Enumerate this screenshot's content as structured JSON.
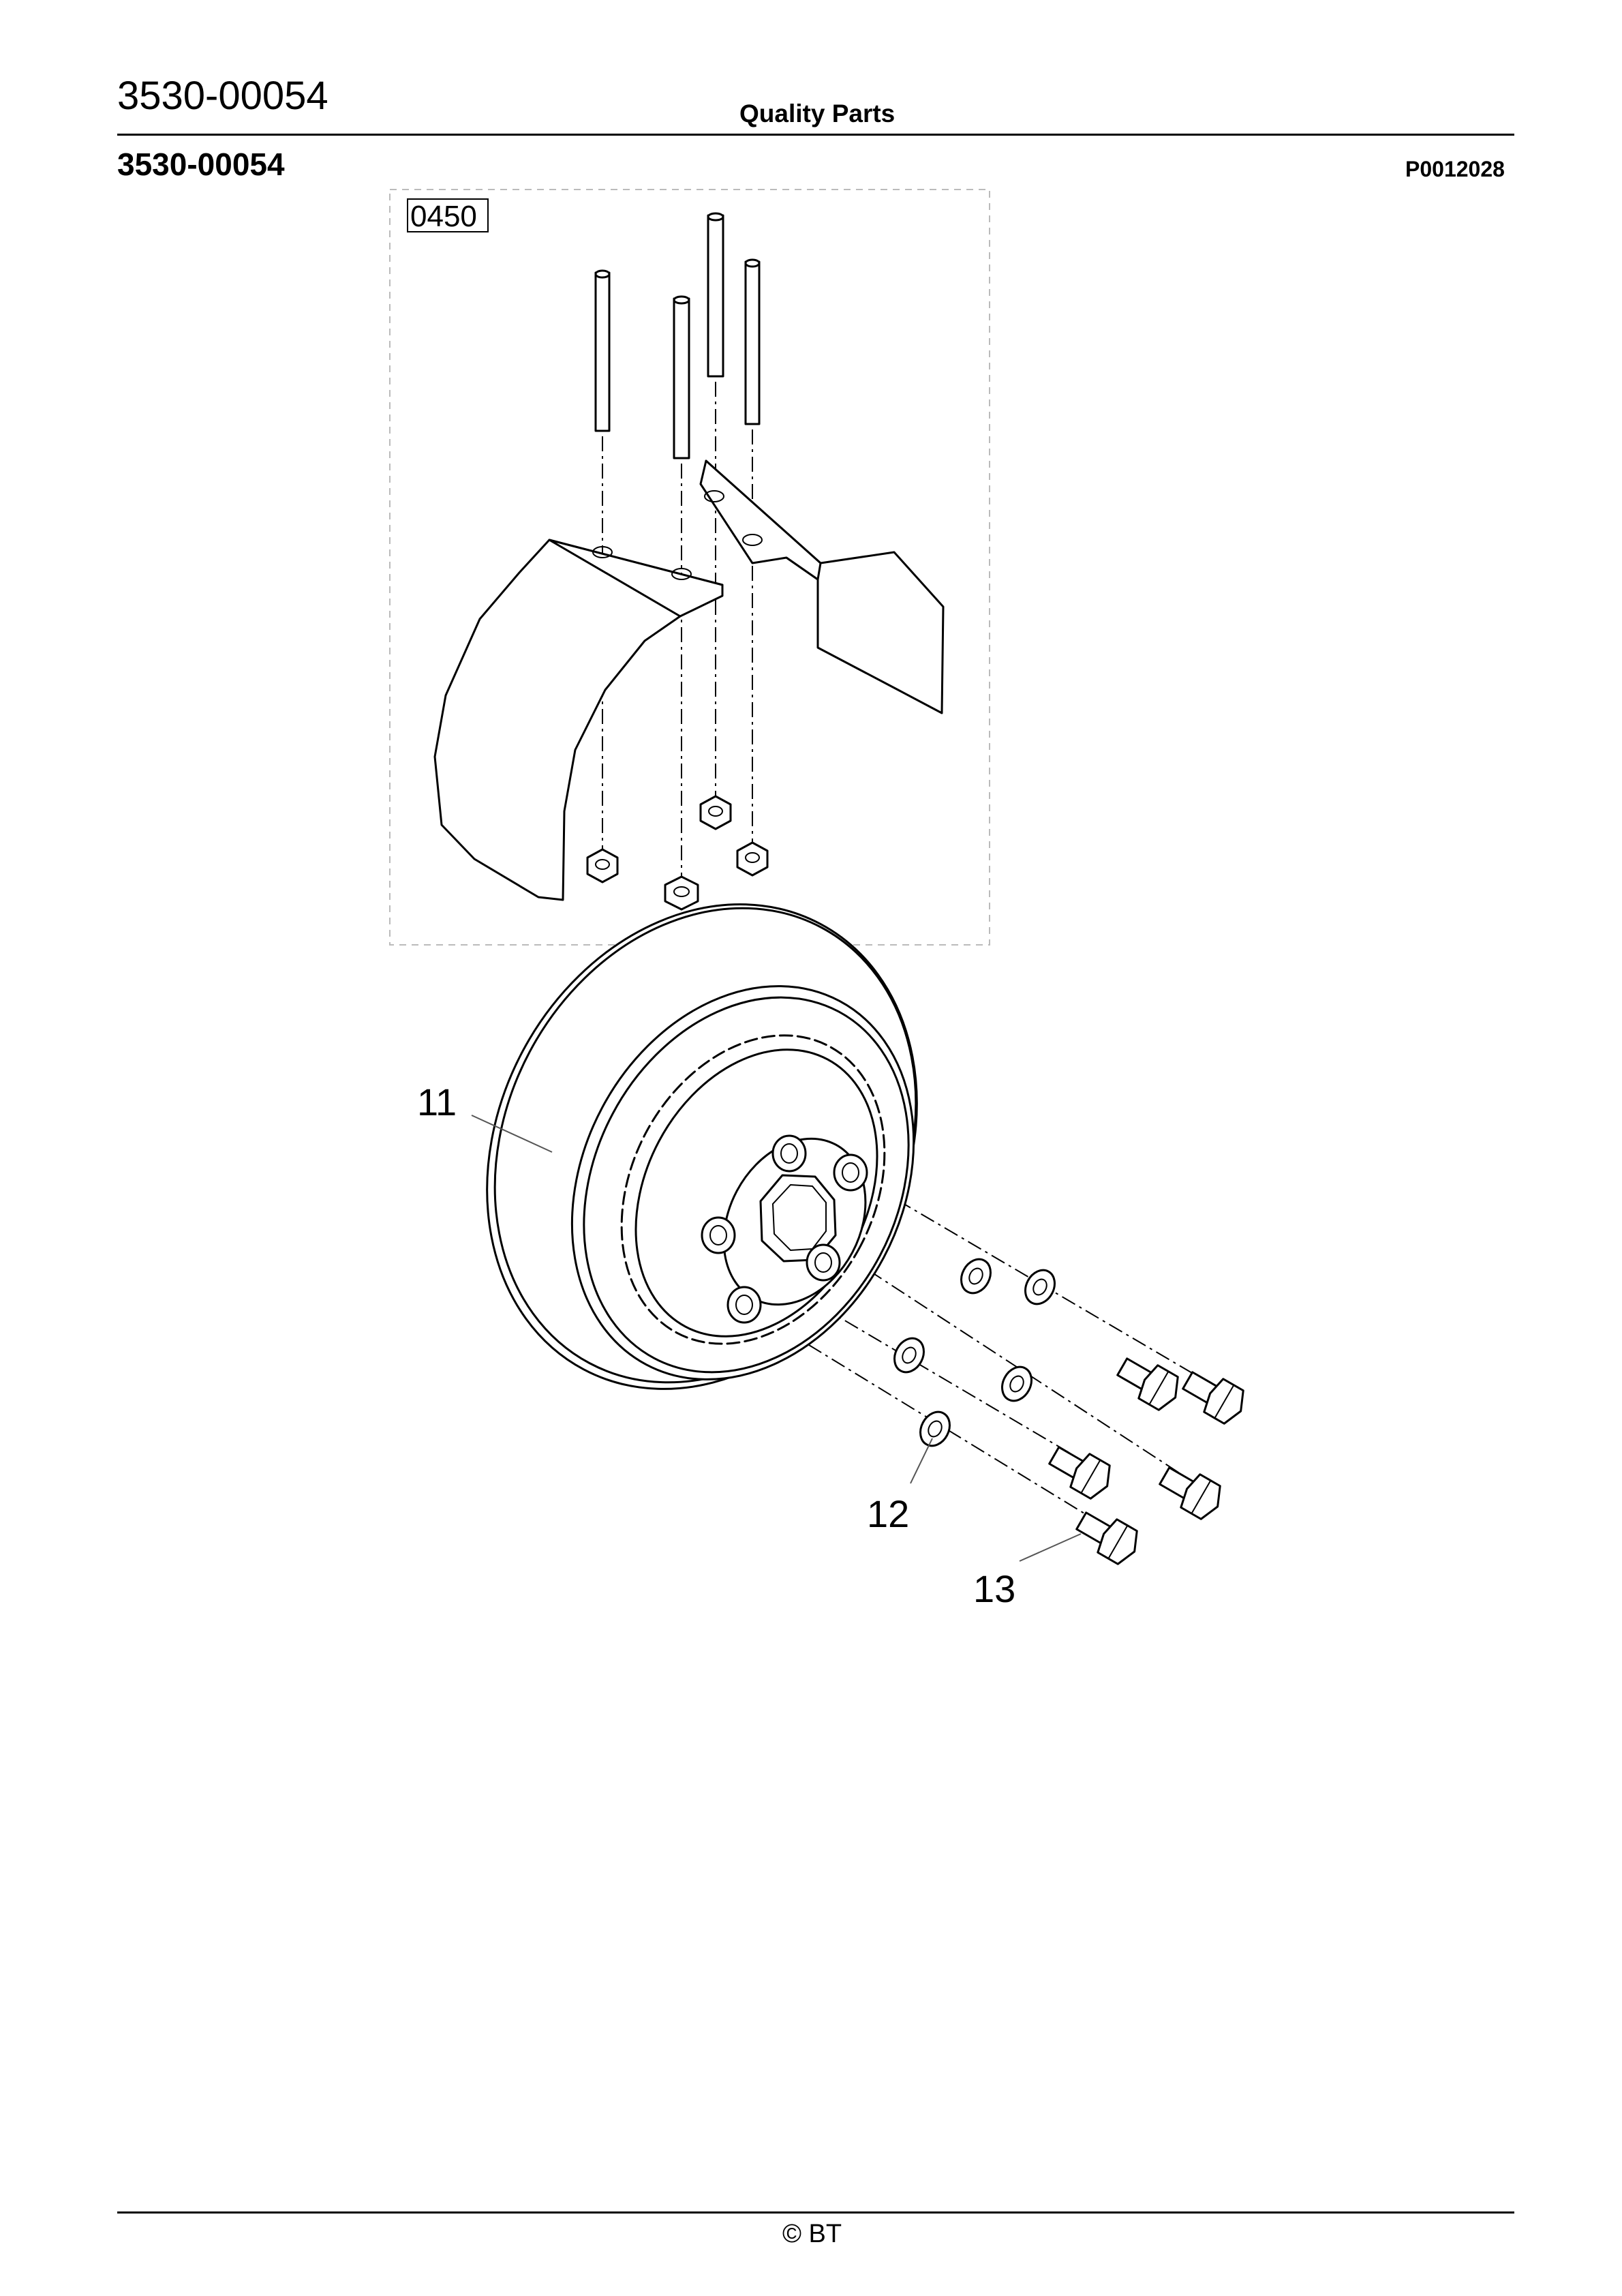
{
  "header": {
    "doc_number": "3530-00054",
    "title": "Quality Parts",
    "doc_number_bold": "3530-00054",
    "drawing_id": "P0012028"
  },
  "diagram": {
    "kit_label": "0450",
    "callouts": [
      {
        "label": "11",
        "part": "wheel"
      },
      {
        "label": "12",
        "part": "washer"
      },
      {
        "label": "13",
        "part": "bolt"
      }
    ]
  },
  "footer": {
    "copyright": "© BT"
  }
}
